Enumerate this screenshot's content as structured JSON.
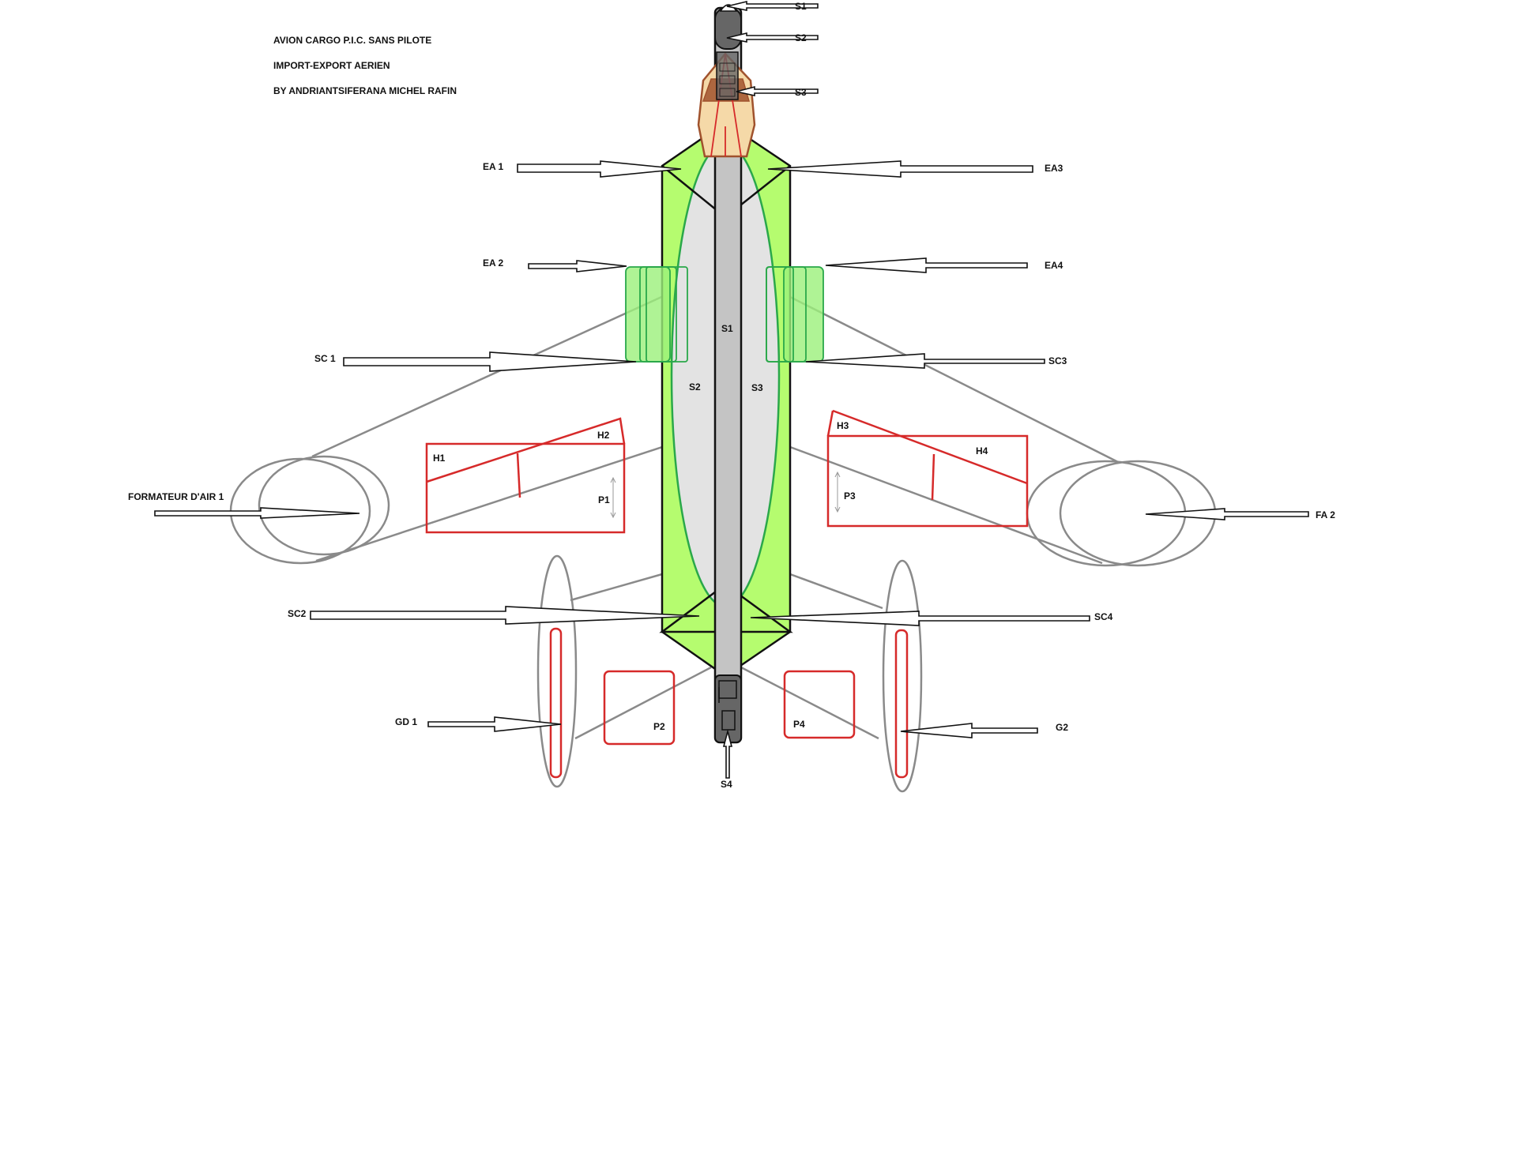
{
  "title": {
    "line1": "AVION CARGO   P.I.C.    SANS PILOTE",
    "line2": "IMPORT-EXPORT AERIEN",
    "line3": "BY ANDRIANTSIFERANA MICHEL  RAFIN"
  },
  "labels": {
    "s1_top": "S1",
    "s2_top": "S2",
    "s3_top": "S3",
    "s1_body": "S1",
    "s2_body": "S2",
    "s3_body": "S3",
    "s4": "S4",
    "ea1": "EA 1",
    "ea2": "EA 2",
    "ea3": "EA3",
    "ea4": "EA4",
    "sc1": "SC 1",
    "sc2": "SC2",
    "sc3": "SC3",
    "sc4": "SC4",
    "h1": "H1",
    "h2": "H2",
    "h3": "H3",
    "h4": "H4",
    "p1": "P1",
    "p2": "P2",
    "p3": "P3",
    "p4": "P4",
    "fa1": "FORMATEUR D'AIR 1",
    "fa2": "FA 2",
    "gd1": "GD 1",
    "g2": "G2"
  },
  "colors": {
    "wing_fill": "#b5fc6f",
    "body_fill": "#e3e3e3",
    "spine_fill": "#c4c4c4",
    "nose_fill": "#666666",
    "outline_gray": "#8a8a8a",
    "outline_red": "#d62a2a",
    "outline_green": "#2aa84a",
    "cockpit_brown": "#a0522d",
    "cockpit_cream": "#f5d9a8"
  }
}
